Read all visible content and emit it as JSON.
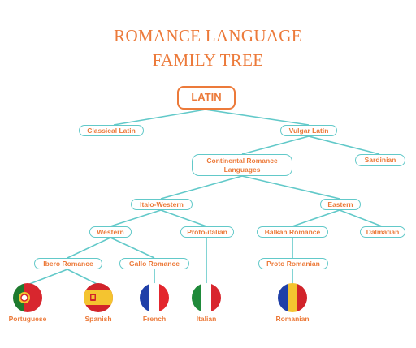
{
  "title": {
    "line1": "ROMANCE LANGUAGE",
    "line2": "FAMILY TREE"
  },
  "nodes": {
    "latin": "LATIN",
    "classical_latin": "Classical Latin",
    "vulgar_latin": "Vulgar Latin",
    "continental_romance": "Continental Romance Languages",
    "sardinian": "Sardinian",
    "italo_western": "Italo-Western",
    "eastern": "Eastern",
    "western": "Western",
    "proto_italian": "Proto-italian",
    "balkan_romance": "Balkan Romance",
    "dalmatian": "Dalmatian",
    "ibero_romance": "Ibero Romance",
    "gallo_romance": "Gallo Romance",
    "proto_romanian": "Proto Romanian"
  },
  "languages": [
    {
      "name": "Portuguese",
      "flag": "portugal-flag-icon"
    },
    {
      "name": "Spanish",
      "flag": "spain-flag-icon"
    },
    {
      "name": "French",
      "flag": "france-flag-icon"
    },
    {
      "name": "Italian",
      "flag": "italy-flag-icon"
    },
    {
      "name": "Romanian",
      "flag": "romania-flag-icon"
    }
  ],
  "colors": {
    "accent": "#ec7a3a",
    "line": "#62c9c9",
    "text_dark": "#333333"
  }
}
